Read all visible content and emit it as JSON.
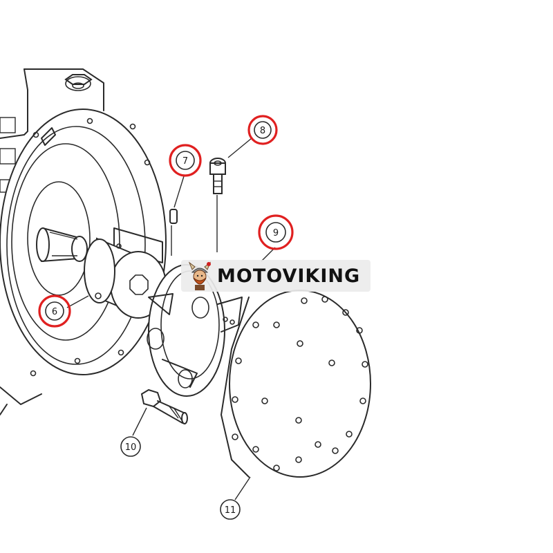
{
  "callouts": [
    {
      "id": "6",
      "label": "6",
      "highlighted": true
    },
    {
      "id": "7",
      "label": "7",
      "highlighted": true
    },
    {
      "id": "8",
      "label": "8",
      "highlighted": true
    },
    {
      "id": "9",
      "label": "9",
      "highlighted": true
    },
    {
      "id": "10",
      "label": "10",
      "highlighted": false
    },
    {
      "id": "11",
      "label": "11",
      "highlighted": false
    }
  ],
  "watermark": {
    "text": "MOTOVIKING",
    "logo_icon": "viking-mascot-icon"
  },
  "colors": {
    "highlight": "#e02020",
    "ink": "#2a2a2a"
  }
}
